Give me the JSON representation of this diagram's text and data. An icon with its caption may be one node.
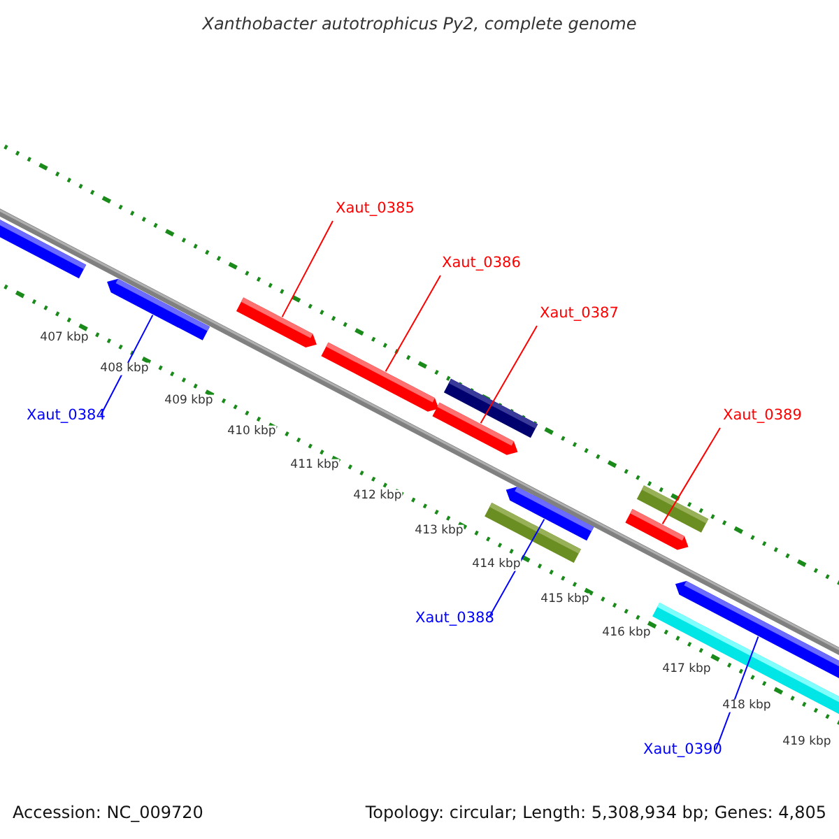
{
  "diagram": {
    "title": "Xanthobacter autotrophicus Py2, complete genome",
    "nodes": [
      {
        "text": [],
        "shape": "bar"
      },
      {
        "text": [],
        "shape": "bar"
      },
      {
        "text": [],
        "shape": "bar"
      },
      {
        "text": [],
        "shape": "bar"
      },
      {
        "text": [],
        "shape": "bar"
      },
      {
        "text": [],
        "shape": "bar"
      },
      {
        "text": [],
        "shape": "bar"
      },
      {
        "text": [],
        "shape": "bar"
      },
      {
        "text": [],
        "shape": "bar"
      },
      {
        "text": [],
        "shape": "bar"
      },
      {
        "text": [],
        "shape": "bar"
      },
      {
        "text": [],
        "shape": "bar"
      },
      {
        "text": [
          "Xaut_0385"
        ]
      },
      {
        "text": [
          "Xaut_0386"
        ]
      },
      {
        "text": [
          "Xaut_0387"
        ]
      },
      {
        "text": [
          "Xaut_0384"
        ]
      },
      {
        "text": [
          "Xaut_0389"
        ]
      },
      {
        "text": [
          "Xaut_0388"
        ]
      },
      {
        "text": [
          "Xaut_0390"
        ]
      }
    ],
    "edges": [
      {
        "from": 12,
        "to": 2,
        "arrow": "none"
      },
      {
        "from": 13,
        "to": 3,
        "arrow": "none"
      },
      {
        "from": 14,
        "to": 5,
        "arrow": "none"
      },
      {
        "from": 15,
        "to": 1,
        "arrow": "none",
        "color": "#0000ff"
      },
      {
        "from": 16,
        "to": 9,
        "arrow": "none"
      },
      {
        "from": 17,
        "to": 6,
        "arrow": "none",
        "color": "#0000ff"
      },
      {
        "from": 18,
        "to": 10,
        "arrow": "none",
        "color": "#0000ff"
      }
    ],
    "labels": [
      "407 kbp",
      "408 kbp",
      "409 kbp",
      "410 kbp",
      "411 kbp",
      "412 kbp",
      "413 kbp",
      "414 kbp",
      "415 kbp",
      "416 kbp",
      "417 kbp",
      "418 kbp",
      "419 kbp",
      "Accession: NC_009720",
      "Topology: circular; Length: 5,308,934 bp; Genes: 4,805"
    ]
  }
}
